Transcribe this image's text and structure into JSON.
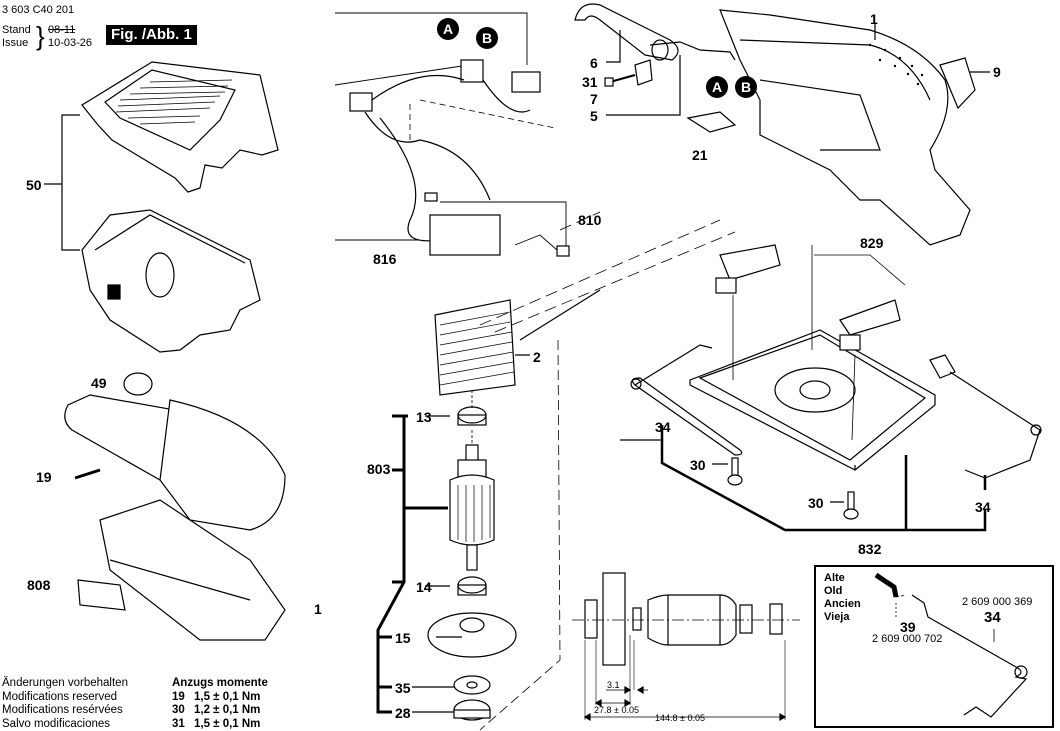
{
  "header": {
    "doc_number": "3 603 C40 201",
    "stand_label": "Stand",
    "issue_label": "Issue",
    "old_date": "08-11",
    "new_date": "10-03-26",
    "figure_label": "Fig. /Abb. 1"
  },
  "callouts": {
    "p50": "50",
    "p49": "49",
    "p19": "19",
    "p808": "808",
    "p1_lower": "1",
    "p816": "816",
    "p810": "810",
    "p2": "2",
    "p13": "13",
    "p803": "803",
    "p14": "14",
    "p15": "15",
    "p35": "35",
    "p28": "28",
    "p6": "6",
    "p31": "31",
    "p7": "7",
    "p5": "5",
    "p21": "21",
    "p1_upper": "1",
    "p9": "9",
    "p829": "829",
    "p34_left": "34",
    "p30_left": "30",
    "p30_right": "30",
    "p34_right": "34",
    "p832": "832"
  },
  "connectors": {
    "a_label": "A",
    "b_label": "B"
  },
  "dimensions": {
    "d1": "3.1",
    "d2": "27.8 ± 0.05",
    "d3": "144.8 ± 0.05"
  },
  "inset": {
    "languages": [
      "Alte",
      "Old",
      "Ancien",
      "Vieja"
    ],
    "part39_label": "39",
    "part39_number": "2 609 000 702",
    "part34_label": "34",
    "part34_number": "2 609 000 369"
  },
  "footer": {
    "notes": [
      "Änderungen vorbehalten",
      "Modifications reserved",
      "Modifications resérvées",
      "Salvo modificaciones"
    ],
    "torque_title": "Anzugs momente",
    "torques": [
      {
        "part": "19",
        "value": "1,5 ± 0,1 Nm"
      },
      {
        "part": "30",
        "value": "1,2 ± 0,1 Nm"
      },
      {
        "part": "31",
        "value": "1,5 ± 0,1 Nm"
      }
    ]
  }
}
